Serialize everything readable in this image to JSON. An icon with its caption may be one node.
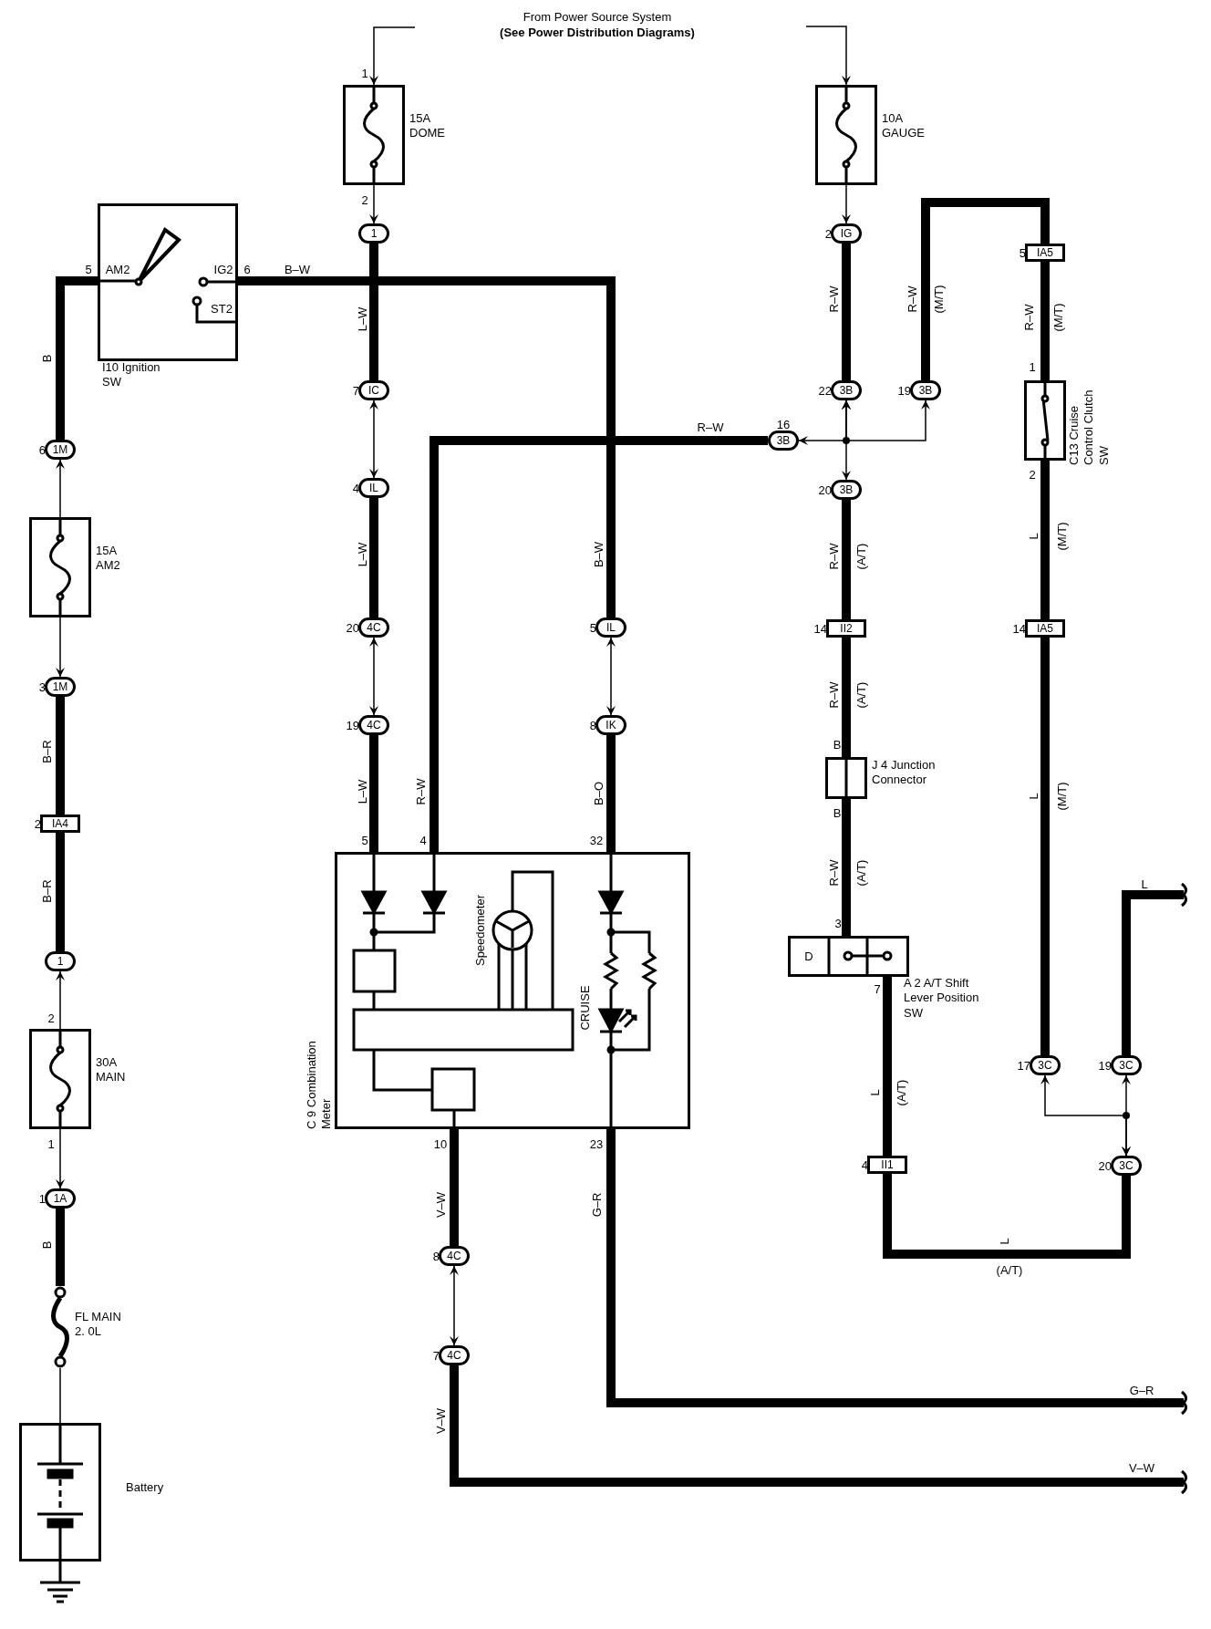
{
  "diagram": {
    "nodes": [
      {
        "text": [
          "15A DOME"
        ]
      },
      {
        "text": [
          "10A GAUGE"
        ]
      },
      {
        "text": [
          "I10 Ignition SW"
        ]
      },
      {
        "text": [
          "1"
        ]
      },
      {
        "text": [
          "IG"
        ],
        "beside": [
          "2"
        ]
      },
      {
        "text": [
          "IA5"
        ],
        "beside": [
          "5"
        ]
      },
      {
        "text": [
          "IC"
        ],
        "beside": [
          "7"
        ]
      },
      {
        "text": [
          "3B"
        ],
        "beside": [
          "22"
        ]
      },
      {
        "text": [
          "3B"
        ],
        "beside": [
          "19"
        ]
      },
      {
        "text": [
          "C13 Cruise Control Clutch SW"
        ]
      },
      {
        "text": [
          "3B"
        ],
        "beside": [
          "16"
        ]
      },
      {
        "text": [
          "1M"
        ],
        "beside": [
          "6"
        ]
      },
      {
        "text": [
          "IL"
        ],
        "beside": [
          "4"
        ]
      },
      {
        "text": [
          "3B"
        ],
        "beside": [
          "20"
        ]
      },
      {
        "text": [
          "15A AM2"
        ]
      },
      {
        "text": [
          "4C"
        ],
        "beside": [
          "20"
        ]
      },
      {
        "text": [
          "IL"
        ],
        "beside": [
          "5"
        ]
      },
      {
        "text": [
          "II2"
        ],
        "beside": [
          "14"
        ]
      },
      {
        "text": [
          "IA5"
        ],
        "beside": [
          "14"
        ]
      },
      {
        "text": [
          "1M"
        ],
        "beside": [
          "3"
        ]
      },
      {
        "text": [
          "4C"
        ],
        "beside": [
          "19"
        ]
      },
      {
        "text": [
          "IK"
        ],
        "beside": [
          "8"
        ]
      },
      {
        "text": [
          "J 4 Junction Connector"
        ]
      },
      {
        "text": [
          "IA4"
        ],
        "beside": [
          "2"
        ]
      },
      {
        "text": [
          "C 9 Combination Meter"
        ]
      },
      {
        "text": [
          "A 2 A/T Shift Lever Position SW"
        ]
      },
      {
        "text": [
          "1"
        ]
      },
      {
        "text": [
          "30A MAIN"
        ]
      },
      {
        "text": [
          "3C"
        ],
        "beside": [
          "17"
        ]
      },
      {
        "text": [
          "3C"
        ],
        "beside": [
          "19"
        ]
      },
      {
        "text": [
          "II1"
        ],
        "beside": [
          "4"
        ]
      },
      {
        "text": [
          "3C"
        ],
        "beside": [
          "20"
        ]
      },
      {
        "text": [
          "1A"
        ],
        "beside": [
          "1"
        ]
      },
      {
        "text": [
          "4C"
        ],
        "beside": [
          "8"
        ]
      },
      {
        "text": [
          "FL MAIN 2. 0L"
        ]
      },
      {
        "text": [
          "4C"
        ],
        "beside": [
          "7"
        ]
      },
      {
        "text": [
          "Battery"
        ]
      }
    ],
    "edges": [
      {
        "from": null,
        "to": 0,
        "arrow": "to"
      },
      {
        "from": null,
        "to": 1,
        "arrow": "to"
      },
      {
        "from": 0,
        "to": 3,
        "arrow": "to"
      },
      {
        "from": 3,
        "to": 6,
        "arrow": "none",
        "label": "L–W"
      },
      {
        "from": 6,
        "to": 12,
        "arrow": "both"
      },
      {
        "from": 12,
        "to": 15,
        "arrow": "none",
        "label": "L–W"
      },
      {
        "from": 15,
        "to": 20,
        "arrow": "both"
      },
      {
        "from": 20,
        "to": 24,
        "arrow": "none",
        "label": "L–W"
      },
      {
        "from": 2,
        "to": 16,
        "arrow": "none",
        "label": "B–W"
      },
      {
        "from": 16,
        "to": 21,
        "arrow": "both"
      },
      {
        "from": 21,
        "to": 24,
        "arrow": "none",
        "label": "B–O"
      },
      {
        "from": 10,
        "to": 24,
        "arrow": "none",
        "label": "R–W"
      },
      {
        "from": 2,
        "to": 11,
        "arrow": "none",
        "label": "B"
      },
      {
        "from": 14,
        "to": 11,
        "arrow": "to"
      },
      {
        "from": 14,
        "to": 19,
        "arrow": "to"
      },
      {
        "from": 19,
        "to": 23,
        "arrow": "to",
        "label": "B–R"
      },
      {
        "from": 23,
        "to": 26,
        "arrow": "none",
        "label": "B–R"
      },
      {
        "from": 27,
        "to": 26,
        "arrow": "to"
      },
      {
        "from": 27,
        "to": 32,
        "arrow": "to"
      },
      {
        "from": 32,
        "to": 34,
        "arrow": "none",
        "label": "B"
      },
      {
        "from": 34,
        "to": 36,
        "arrow": "none"
      },
      {
        "from": 1,
        "to": 4,
        "arrow": "to"
      },
      {
        "from": 4,
        "to": 7,
        "arrow": "none",
        "label": "R–W"
      },
      {
        "from": 7,
        "to": 13,
        "arrow": "both"
      },
      {
        "from": 7,
        "to": 10,
        "arrow": "both"
      },
      {
        "from": 7,
        "to": 8,
        "arrow": "both"
      },
      {
        "from": 13,
        "to": 17,
        "arrow": "to",
        "label": "R–W"
      },
      {
        "from": 17,
        "to": 22,
        "arrow": "none",
        "label": "R–W"
      },
      {
        "from": 22,
        "to": 25,
        "arrow": "none",
        "label": "R–W"
      },
      {
        "from": 25,
        "to": 30,
        "arrow": "none",
        "label": "L"
      },
      {
        "from": 31,
        "to": 30,
        "arrow": "to",
        "label": "L"
      },
      {
        "from": 8,
        "to": 5,
        "arrow": "to",
        "label": "R–W"
      },
      {
        "from": 5,
        "to": 9,
        "arrow": "none",
        "label": "R–W"
      },
      {
        "from": 9,
        "to": 18,
        "arrow": "none",
        "label": "L"
      },
      {
        "from": 28,
        "to": 18,
        "arrow": "to",
        "label": "L"
      },
      {
        "from": 28,
        "to": 31,
        "arrow": "both"
      },
      {
        "from": 29,
        "to": 31,
        "arrow": "both"
      },
      {
        "from": 29,
        "to": null,
        "arrow": "none",
        "label": "L"
      },
      {
        "from": 24,
        "to": 33,
        "arrow": "none",
        "label": "V–W"
      },
      {
        "from": 33,
        "to": 35,
        "arrow": "both"
      },
      {
        "from": 35,
        "to": null,
        "arrow": "none",
        "label": "V–W"
      },
      {
        "from": 24,
        "to": null,
        "arrow": "none",
        "label": "G–R"
      }
    ],
    "labels": [
      "From Power Source System",
      "(See Power Distribution Diagrams)",
      "1",
      "2",
      "5",
      "AM2",
      "IG2",
      "6",
      "ST2",
      "5",
      "4",
      "32",
      "Speedometer",
      "CRUISE",
      "10",
      "23",
      "B–W",
      "R–W",
      "1",
      "2",
      "(M/T)",
      "(M/T)",
      "(A/T)",
      "B",
      "B",
      "(A/T)",
      "(A/T)",
      "3",
      "D",
      "7",
      "(A/T)",
      "(M/T)",
      "(M/T)",
      "(A/T)",
      "2",
      "1",
      "G–R",
      "V–W"
    ]
  }
}
